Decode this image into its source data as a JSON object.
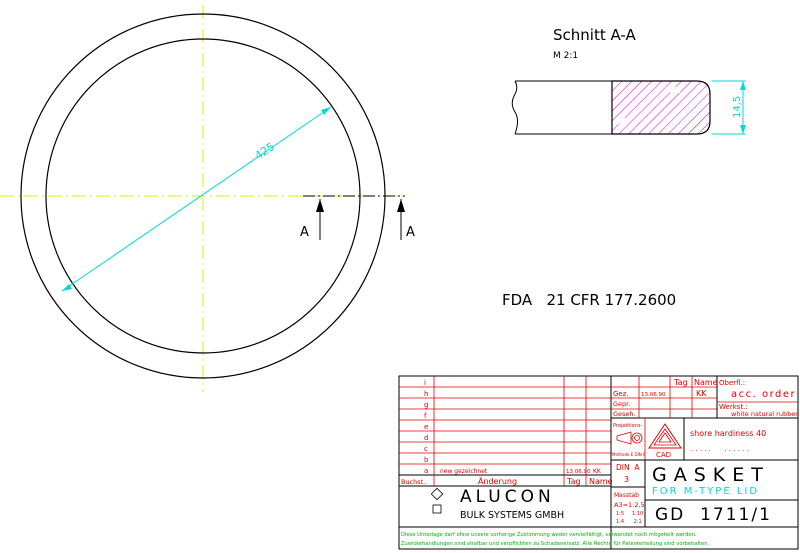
{
  "view": {
    "diameter_label": "425",
    "cut_marker_left": "A",
    "cut_marker_right": "A"
  },
  "section": {
    "title": "Schnitt A-A",
    "scale": "M 2:1",
    "height_label": "14,5"
  },
  "fda_note": "FDA   21 CFR 177.2600",
  "title_block": {
    "rev_letters": [
      "i",
      "h",
      "g",
      "f",
      "e",
      "d",
      "c",
      "b",
      "a"
    ],
    "rev_a_text": "new gezeichnet",
    "rev_a_date": "13.06.90",
    "rev_a_name": "KK",
    "col_buchst": "Buchst.",
    "col_aenderung": "Änderung",
    "col_tag": "Tag",
    "col_name": "Name",
    "hdr_tag": "Tag",
    "hdr_name": "Name",
    "gez": "Gez.",
    "gez_date": "13.06.90",
    "gez_name": "KK",
    "gepr": "Gepr.",
    "geseh": "Geseh.",
    "projektions": "Projektions-",
    "methode": "Methode E DIN 6",
    "din_label": "DIN  A",
    "din_value": "3",
    "masstab": "Masstab",
    "a3_scale": "A3=1:2,5",
    "scale_row1": "1:5     1:10",
    "scale_row2": "1:4      2:1",
    "oberfl_label": "Oberfl.:",
    "oberfl_value": "acc. order",
    "werkst_label": "Werkst.:",
    "werkst_value": "white natural rubber",
    "hardness": "shore hardiness 40",
    "dots": ". . . . .      . . . . . .",
    "cad": "CAD",
    "company1": "ALUCON",
    "company2": "BULK SYSTEMS GMBH",
    "part_name": "GASKET",
    "part_sub": "FOR M-TYPE LID",
    "drawing_no": "GD  1711/1",
    "disclaimer1": "Diese Unterlage darf ohne unsere vorherige Zustimmung weder vervielfältigt, verwendet noch mitgeteilt werden.",
    "disclaimer2": "Zuwiderhandlungen sind strafbar und verpflichten zu Schadenersatz. Alle Rechte für Patenterteilung sind vorbehalten."
  },
  "colors": {
    "line": "#000000",
    "center": "#e8e800",
    "dim": "#00d8d8",
    "red": "#e00000",
    "hatch": "#e000e0",
    "green": "#00b000"
  }
}
